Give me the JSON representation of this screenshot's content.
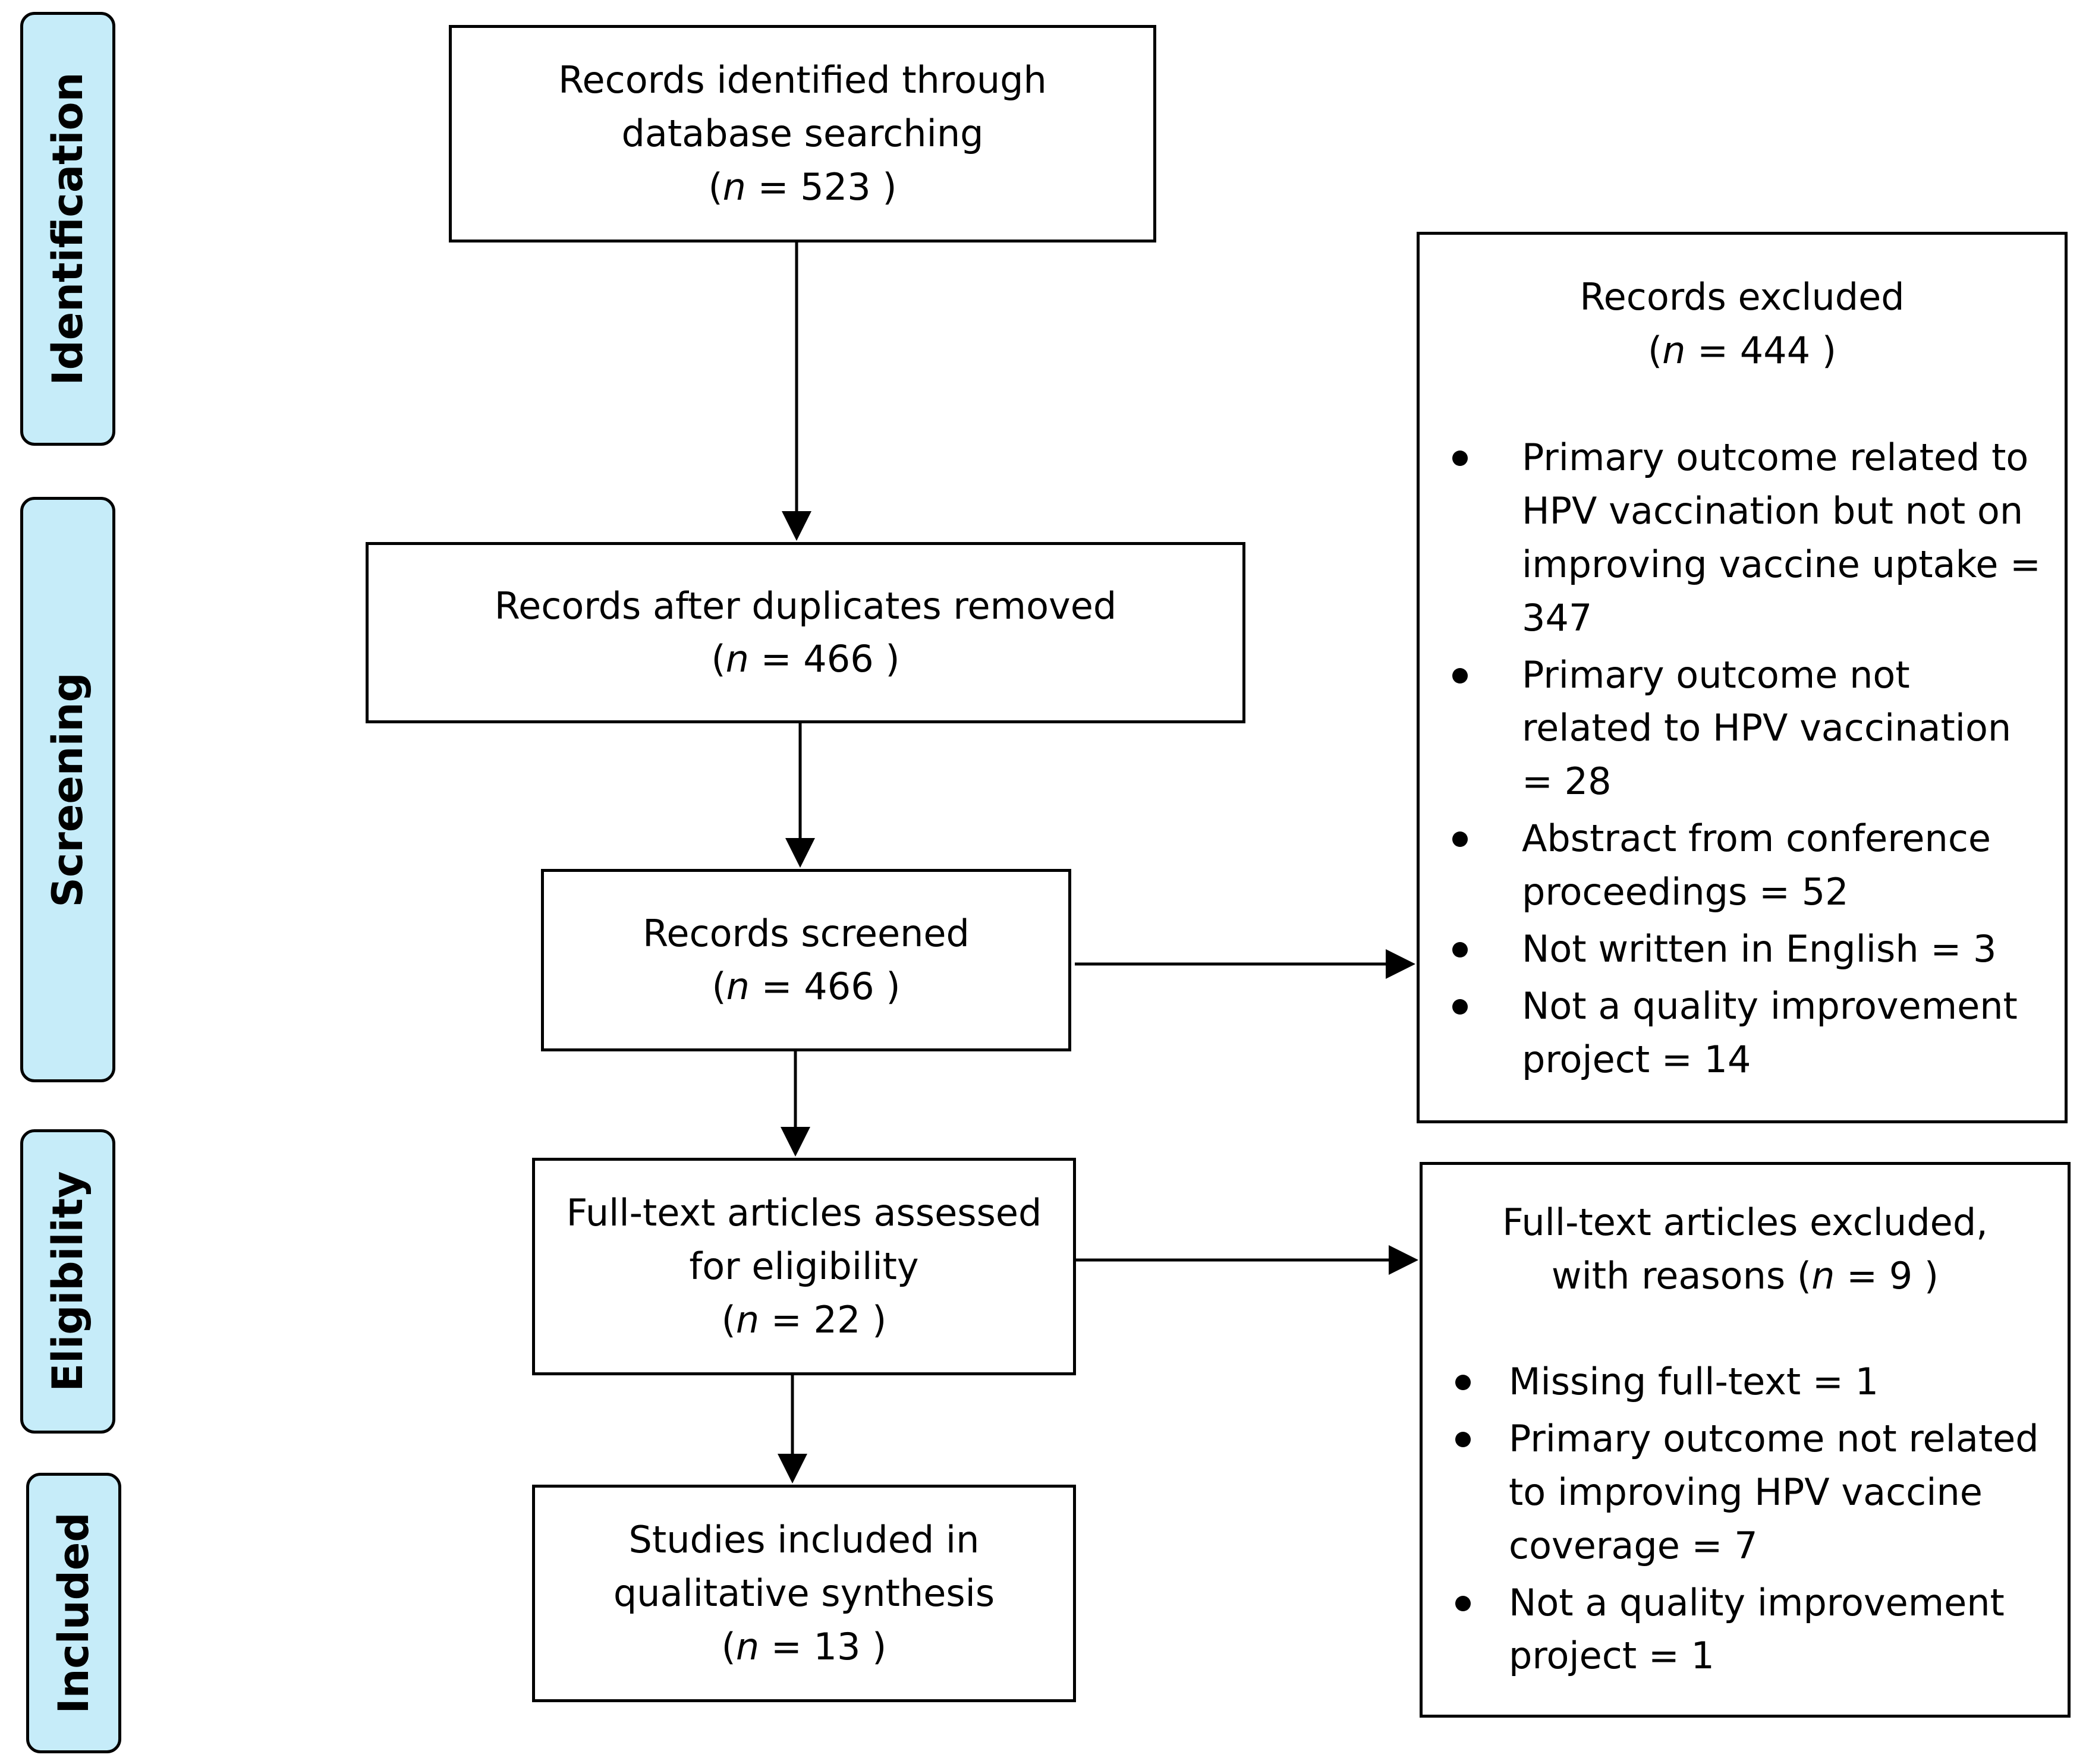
{
  "phases": {
    "identification": "Identification",
    "screening": "Screening",
    "eligibility": "Eligibility",
    "included": "Included"
  },
  "boxes": {
    "identified": {
      "line1": "Records identified through",
      "line2": "database searching",
      "n_prefix": "(",
      "n_var": "n",
      "n_value": " = 523 )"
    },
    "duplicates_removed": {
      "line1": "Records after duplicates removed",
      "n_prefix": "(",
      "n_var": "n",
      "n_value": " = 466 )"
    },
    "screened": {
      "line1": "Records screened",
      "n_prefix": "(",
      "n_var": "n",
      "n_value": " = 466 )"
    },
    "fulltext_assessed": {
      "line1": "Full-text articles assessed",
      "line2": "for eligibility",
      "n_prefix": "(",
      "n_var": "n",
      "n_value": " = 22 )"
    },
    "included": {
      "line1": "Studies included in",
      "line2": "qualitative synthesis",
      "n_prefix": "(",
      "n_var": "n",
      "n_value": " = 13 )"
    }
  },
  "records_excluded": {
    "title": "Records excluded",
    "n_prefix": "(",
    "n_var": "n",
    "n_value": " = 444 )",
    "reasons": [
      "Primary outcome related to HPV vaccination but not on improving vaccine uptake = 347",
      "Primary outcome not related to HPV vaccination = 28",
      "Abstract from conference proceedings = 52",
      "Not written in English = 3",
      "Not a quality improvement project = 14"
    ]
  },
  "fulltext_excluded": {
    "title_line1": "Full-text articles excluded,",
    "title_line2_prefix": "with reasons (",
    "n_var": "n",
    "n_value": " = 9 )",
    "reasons": [
      "Missing full-text = 1",
      "Primary outcome not related to improving HPV vaccine coverage = 7",
      "Not a quality improvement project = 1"
    ]
  }
}
